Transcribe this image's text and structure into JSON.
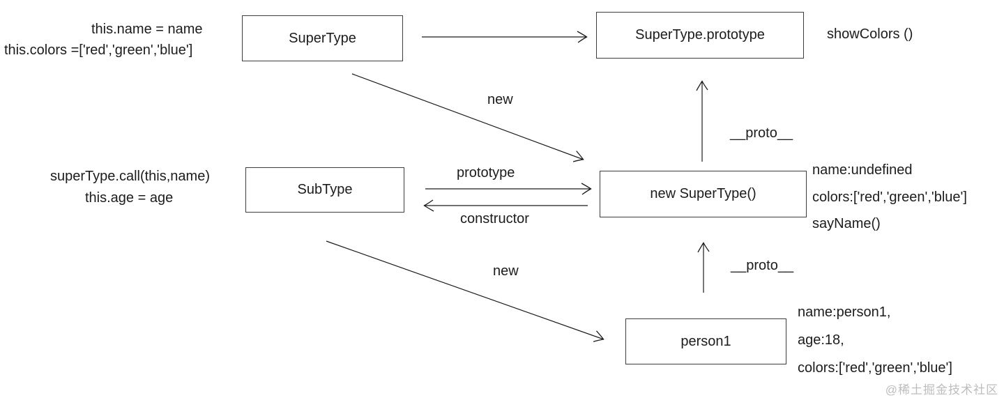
{
  "diagram": {
    "nodes": {
      "superType": {
        "label": "SuperType"
      },
      "superTypePrototype": {
        "label": "SuperType.prototype"
      },
      "subType": {
        "label": "SubType"
      },
      "newSuperType": {
        "label": "new SuperType()"
      },
      "person1": {
        "label": "person1"
      }
    },
    "sideNotes": {
      "superTypeCtor": {
        "line1": "this.name = name",
        "line2": "this.colors =['red','green','blue']"
      },
      "subTypeCtor": {
        "line1": "superType.call(this,name)",
        "line2": "this.age = age"
      },
      "prototypeMethod": "showColors ()",
      "newSuperTypeProps": {
        "line1": "name:undefined",
        "line2": "colors:['red','green','blue']",
        "line3": "sayName()"
      },
      "person1Props": {
        "line1": "name:person1,",
        "line2": "age:18,",
        "line3": "colors:['red','green','blue']"
      }
    },
    "edgeLabels": {
      "newTop": "new",
      "prototype": "prototype",
      "constructor": "constructor",
      "protoTop": "__proto__",
      "protoBottom": "__proto__",
      "newBottom": "new"
    },
    "watermark": "@稀土掘金技术社区",
    "colors": {
      "line": "#1a1a1a",
      "text": "#1c1c1c",
      "watermark": "#bdbdbd",
      "background": "#ffffff"
    }
  }
}
